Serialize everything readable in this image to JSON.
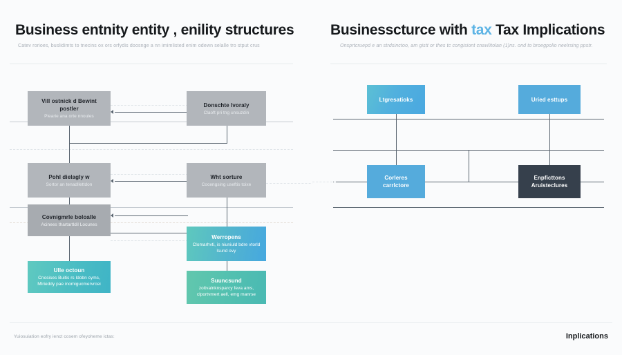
{
  "left_panel": {
    "title": "Business entnity  entity , enility structures",
    "subtitle": "Catev rorioes, buslidimts to tnecins ox ors orfydis doosnge a nn imimlisted enim odewn selalle tro stput crus",
    "nodes": [
      {
        "id": "l1",
        "title": "Vill ostnick d Bewint postler",
        "subtitle": "Plearie ana orte nnoules",
        "style": "gray"
      },
      {
        "id": "r1",
        "title": "Donschte lvoraly",
        "subtitle": "Claoft pri tng unsuzdin",
        "style": "gray"
      },
      {
        "id": "l2",
        "title": "Pohl dielagly w",
        "subtitle": "Sortor an tenadllettdon",
        "style": "gray"
      },
      {
        "id": "r2",
        "title": "Wht sorture",
        "subtitle": "Cocengsing useftis toixe",
        "style": "gray"
      },
      {
        "id": "l3",
        "title": "Covnigmrle boloalle",
        "subtitle": "Acinees thartartldil Locunes",
        "style": "gray-d"
      },
      {
        "id": "r3",
        "title": "Werropens",
        "subtitle": "Clomarhvti, is niuniuld bdre vtorld lsund ovy",
        "style": "teal-blue"
      },
      {
        "id": "l4",
        "title": "Ulle octoun",
        "subtitle": "Cnosises Buitis rs ldobn cyms, Mlrieddy pae inomigucmervrcei",
        "style": "teal"
      },
      {
        "id": "r4",
        "title": "Suuncsund",
        "subtitle": "zoltvalnknsparcy feva ams, clportvmert aell, emg manrse",
        "style": "green"
      }
    ]
  },
  "right_panel": {
    "title_pre": "Businesscturce with ",
    "title_accent": "tax",
    "title_mid": "  Tax",
    "title_post": " Implications",
    "subtitle": "Onsprtcruepd e an strdsinctoo, am gistt or thes tc congisiont cnavilitolan (1)ns. ond to broegpolio neelrsing ppstr.",
    "nodes": [
      {
        "id": "b1",
        "title": "Ltgresatioks",
        "subtitle": "",
        "style": "blue2"
      },
      {
        "id": "b2",
        "title": "Uried esttups",
        "subtitle": "",
        "style": "blue"
      },
      {
        "id": "b3",
        "title": "Corleres carrlctore",
        "subtitle": "",
        "style": "blue"
      },
      {
        "id": "b4",
        "title": "Enpficttons Aruisteclures",
        "subtitle": "",
        "style": "dark"
      }
    ]
  },
  "footer": {
    "note": "Yuiosuiation eofry ienct cosem ofeyoheme ictas:",
    "tag": "Inplications"
  },
  "colors": {
    "accent_blue": "#5db4e5",
    "node_blue": "#55abdc",
    "node_dark": "#36404c",
    "node_gray": "#b2b6bb",
    "node_teal": "#49bcc4",
    "node_green": "#52c0b0",
    "edge": "#59646f",
    "rule": "#e6eaed"
  }
}
